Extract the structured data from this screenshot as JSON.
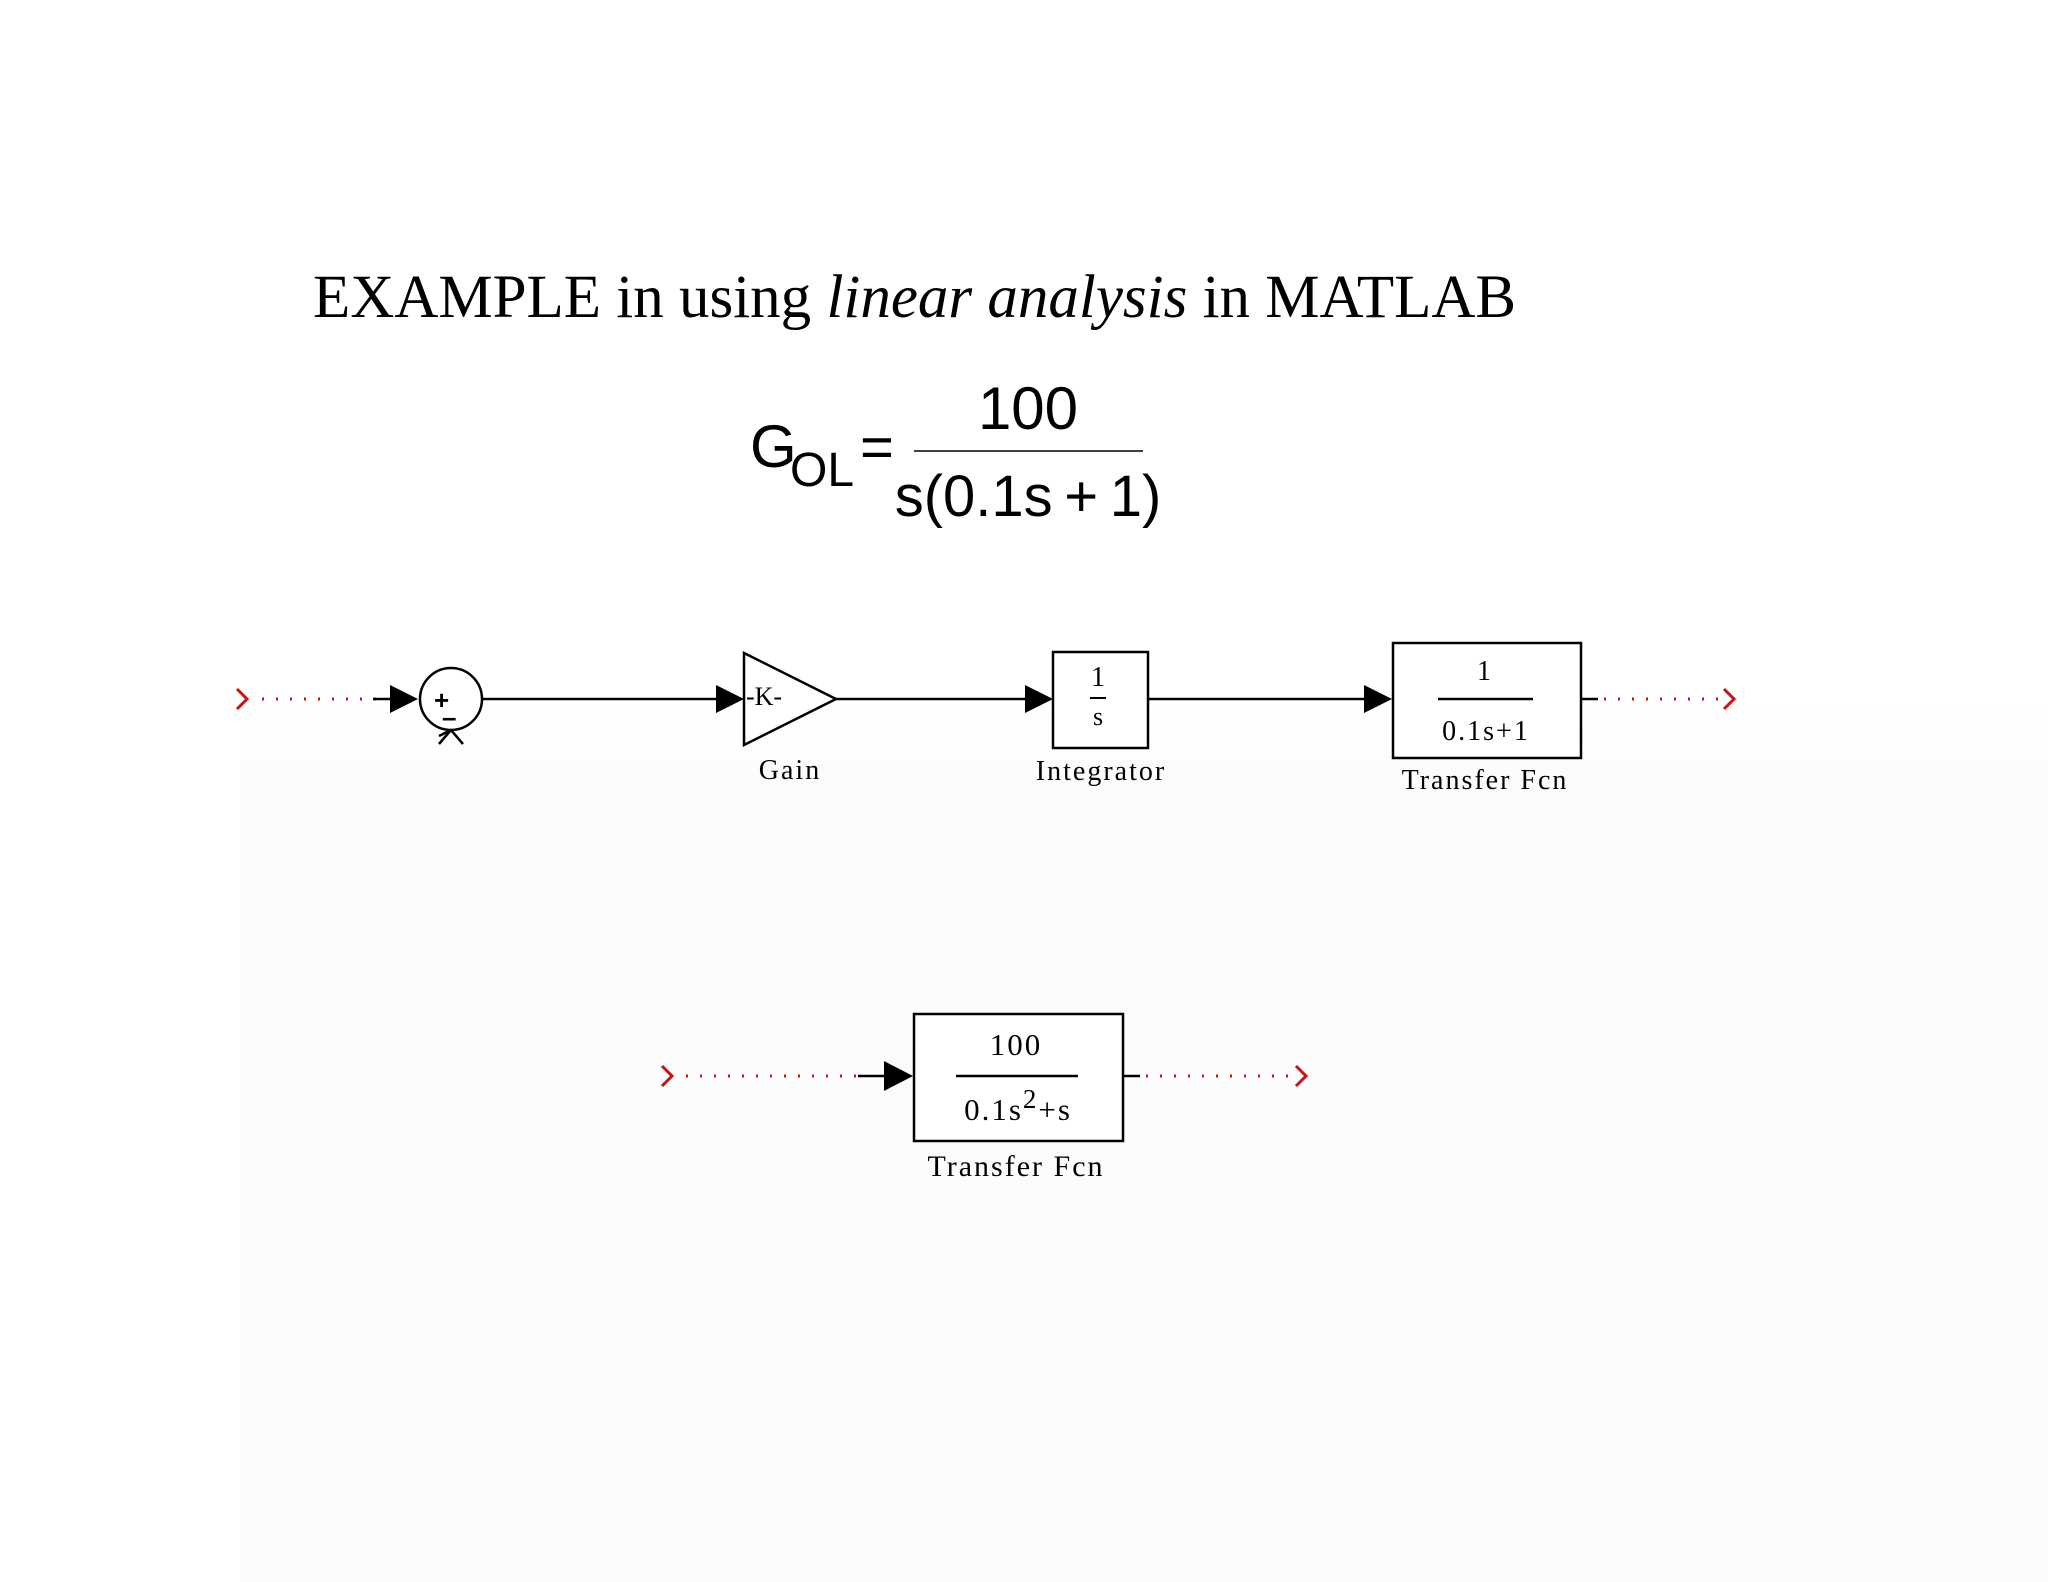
{
  "title": {
    "part1": "EXAMPLE in using ",
    "italic": "linear analysis",
    "part2": " in MATLAB"
  },
  "equation": {
    "lhs_symbol": "G",
    "lhs_subscript": "OL",
    "equals": "=",
    "numerator": "100",
    "denominator": "s(0.1s + 1)"
  },
  "diagram1": {
    "sum_plus": "+",
    "sum_minus": "–",
    "gain_value": "-K-",
    "gain_label": "Gain",
    "integrator_num": "1",
    "integrator_den": "s",
    "integrator_label": "Integrator",
    "tf_num": "1",
    "tf_den": "0.1s+1",
    "tf_label": "Transfer Fcn"
  },
  "diagram2": {
    "tf_num": "100",
    "tf_den_base": "0.1s",
    "tf_den_exp": "2",
    "tf_den_rest": "+s",
    "tf_label": "Transfer Fcn"
  },
  "colors": {
    "unconnected_port": "#cc1111",
    "line": "#000000",
    "background": "#ffffff"
  }
}
